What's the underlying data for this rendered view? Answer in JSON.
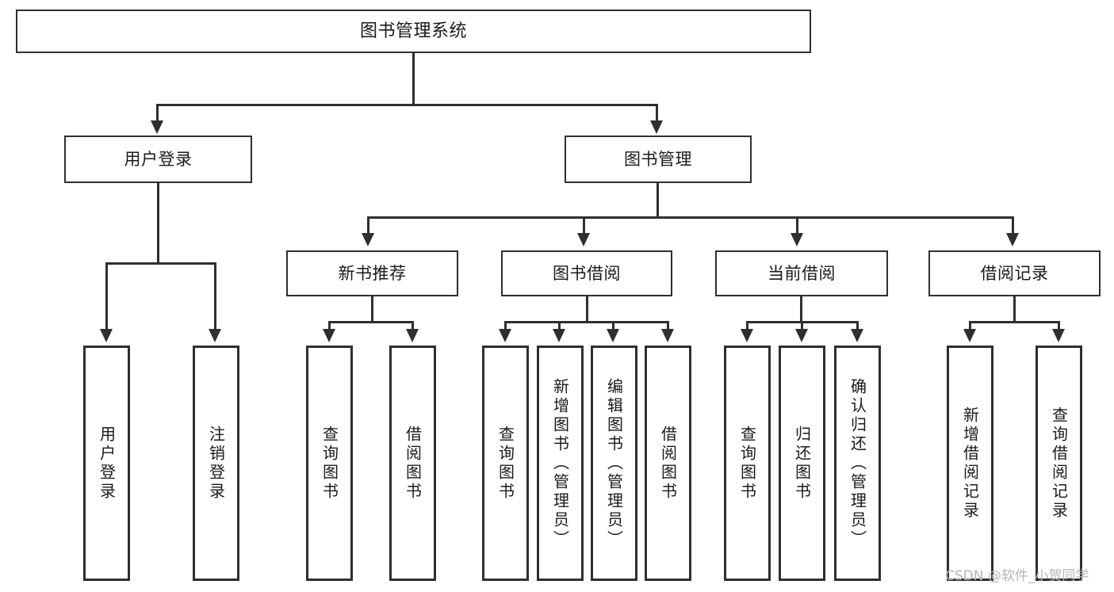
{
  "diagram": {
    "title": "图书管理系统",
    "type": "tree-hierarchy",
    "root": {
      "label": "图书管理系统"
    },
    "level2": [
      {
        "label": "用户登录"
      },
      {
        "label": "图书管理"
      }
    ],
    "level3": [
      {
        "label": "新书推荐"
      },
      {
        "label": "图书借阅"
      },
      {
        "label": "当前借阅"
      },
      {
        "label": "借阅记录"
      }
    ],
    "leaves": {
      "user_login": [
        {
          "label": "用户登录"
        },
        {
          "label": "注销登录"
        }
      ],
      "new_book_recommend": [
        {
          "label": "查询图书"
        },
        {
          "label": "借阅图书"
        }
      ],
      "book_borrow": [
        {
          "label": "查询图书"
        },
        {
          "label": "新增图书（管理员）"
        },
        {
          "label": "编辑图书（管理员）"
        },
        {
          "label": "借阅图书"
        }
      ],
      "current_borrow": [
        {
          "label": "查询图书"
        },
        {
          "label": "归还图书"
        },
        {
          "label": "确认归还（管理员）"
        }
      ],
      "borrow_record": [
        {
          "label": "新增借阅记录"
        },
        {
          "label": "查询借阅记录"
        }
      ]
    }
  },
  "watermark": {
    "text": "CSDN @软件_小贺同学"
  },
  "colors": {
    "stroke": "#2f2f2f",
    "fill": "#ffffff",
    "text": "#1a1a1a",
    "watermark": "#b6b6b6"
  }
}
